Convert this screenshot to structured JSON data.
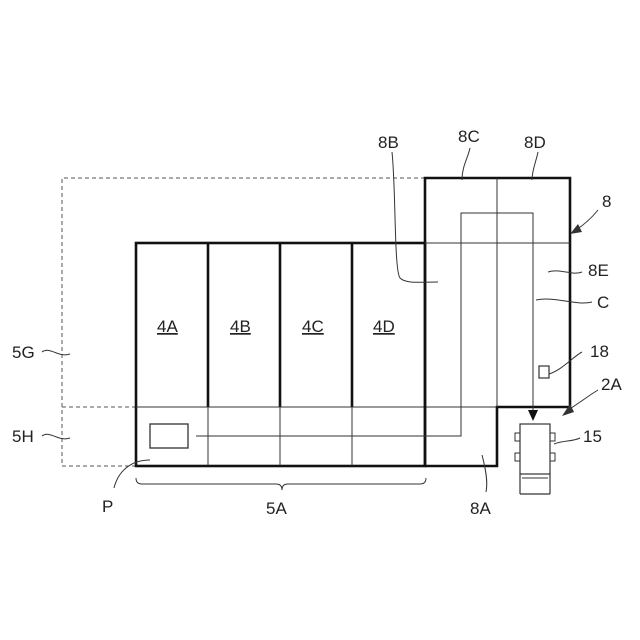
{
  "labels": {
    "bay_4a": "4A",
    "bay_4b": "4B",
    "bay_4c": "4C",
    "bay_4d": "4D",
    "area_5g": "5G",
    "area_5h": "5H",
    "area_5a": "5A",
    "zone_8": "8",
    "zone_8a": "8A",
    "zone_8b": "8B",
    "zone_8c": "8C",
    "zone_8d": "8D",
    "zone_8e": "8E",
    "route_c": "C",
    "marker_18": "18",
    "vehicle_2a": "2A",
    "vehicle_15": "15",
    "point_p": "P"
  }
}
